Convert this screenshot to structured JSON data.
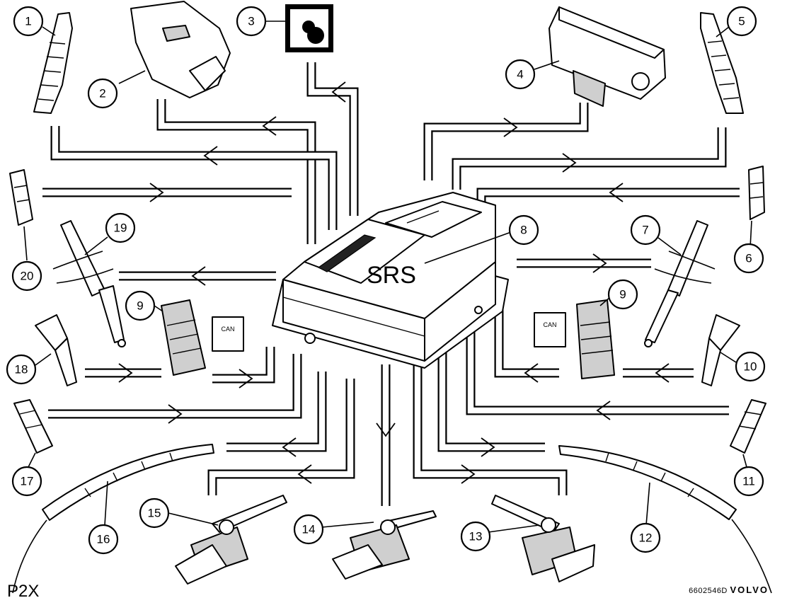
{
  "diagram": {
    "center_label": "SRS",
    "model_code": "P2X",
    "figure_code": "6602546D",
    "brand": "VOLVO",
    "can_label": [
      "CAN",
      "CAN"
    ],
    "callouts": [
      {
        "id": "c1",
        "num": "1"
      },
      {
        "id": "c2",
        "num": "2"
      },
      {
        "id": "c3",
        "num": "3"
      },
      {
        "id": "c4",
        "num": "4"
      },
      {
        "id": "c5",
        "num": "5"
      },
      {
        "id": "c6",
        "num": "6"
      },
      {
        "id": "c7",
        "num": "7"
      },
      {
        "id": "c8",
        "num": "8"
      },
      {
        "id": "c9a",
        "num": "9"
      },
      {
        "id": "c9b",
        "num": "9"
      },
      {
        "id": "c10",
        "num": "10"
      },
      {
        "id": "c11",
        "num": "11"
      },
      {
        "id": "c12",
        "num": "12"
      },
      {
        "id": "c13",
        "num": "13"
      },
      {
        "id": "c14",
        "num": "14"
      },
      {
        "id": "c15",
        "num": "15"
      },
      {
        "id": "c16",
        "num": "16"
      },
      {
        "id": "c17",
        "num": "17"
      },
      {
        "id": "c18",
        "num": "18"
      },
      {
        "id": "c19",
        "num": "19"
      },
      {
        "id": "c20",
        "num": "20"
      }
    ]
  }
}
